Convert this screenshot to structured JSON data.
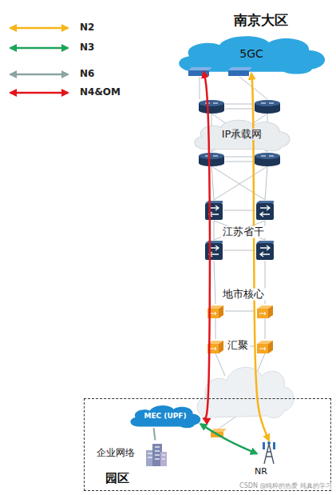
{
  "diagram": {
    "title": "南京大区",
    "nodes": [
      {
        "text": [
          "5GC"
        ]
      },
      {
        "text": [
          "IP承载网"
        ]
      },
      {
        "text": [
          "园区"
        ]
      },
      {
        "text": [
          "MEC (UPF)"
        ],
        "in": 2
      },
      {
        "text": [
          "企业网络"
        ],
        "in": 2
      },
      {
        "text": [
          "NR"
        ],
        "in": 2
      }
    ],
    "edges": [
      {
        "from": 3,
        "to": 0,
        "arrow": "both"
      },
      {
        "from": 5,
        "to": 0,
        "arrow": "both"
      },
      {
        "from": 5,
        "to": 3,
        "arrow": "both"
      },
      {
        "from": 3,
        "to": 4,
        "arrow": "none"
      }
    ],
    "labels": [
      "江苏省干",
      "地市核心",
      "汇聚",
      "CSDN @纯粹的热爱 纯真的学习"
    ],
    "legend": [
      {
        "text": "N2",
        "color": "#F7B51B"
      },
      {
        "text": "N3",
        "color": "#1FA35B"
      },
      {
        "text": "N6",
        "color": "#8BA4A4"
      },
      {
        "text": "N4&OM",
        "color": "#E3141B"
      }
    ]
  }
}
